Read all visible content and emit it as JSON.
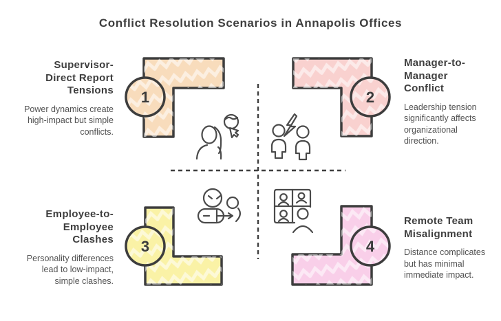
{
  "title": "Conflict Resolution Scenarios in Annapolis Offices",
  "colors": {
    "outline": "#3d3d3d",
    "icon_stroke": "#4a4a4a",
    "divider": "#3f3f3f",
    "q1_fill": "#f8dcbc",
    "q2_fill": "#f9d1cf",
    "q3_fill": "#faf2a6",
    "q4_fill": "#f9cfe9"
  },
  "quadrants": [
    {
      "number": "1",
      "title": "Supervisor-\nDirect Report\nTensions",
      "description": "Power dynamics create\nhigh-impact but simple\nconflicts.",
      "icon": "supervisor-pointing-icon"
    },
    {
      "number": "2",
      "title": "Manager-to-\nManager\nConflict",
      "description": "Leadership tension\nsignificantly affects\norganizational\ndirection.",
      "icon": "managers-conflict-icon"
    },
    {
      "number": "3",
      "title": "Employee-to-\nEmployee\nClashes",
      "description": "Personality differences\nlead to low-impact,\nsimple clashes.",
      "icon": "employee-clash-icon"
    },
    {
      "number": "4",
      "title": "Remote Team\nMisalignment",
      "description": "Distance complicates\nbut has minimal\nimmediate impact.",
      "icon": "video-call-icon"
    }
  ]
}
